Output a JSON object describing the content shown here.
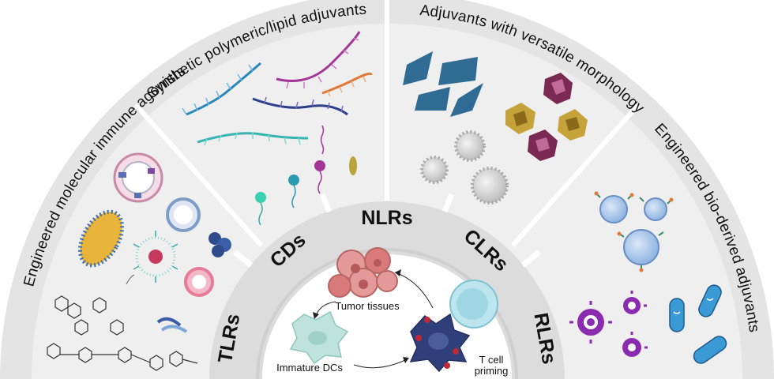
{
  "sectors": [
    {
      "label": "Engineered molecular immune agonists"
    },
    {
      "label": "Synthetic polymeric/lipid adjuvants"
    },
    {
      "label": "Adjuvants with versatile morphology"
    },
    {
      "label": "Engineered bio-derived adjuvants"
    }
  ],
  "receptors": [
    "TLRs",
    "CDs",
    "NLRs",
    "CLRs",
    "RLRs"
  ],
  "center": {
    "tumor": "Tumor tissues",
    "immature": "Immature DCs",
    "tcell_line1": "T cell",
    "tcell_line2": "priming"
  },
  "colors": {
    "outer_band": "#e4e4e4",
    "sector_fill": "#efefef",
    "receptor_ring": "#dcdcdc",
    "core": "#ffffff",
    "polymer_blue": "#2a88b8",
    "polymer_teal": "#37b5b0",
    "polymer_magenta": "#a33596",
    "polymer_navy": "#2c3f8c",
    "polymer_orange": "#e07a3a",
    "morph_blue": "#2f6b93",
    "morph_gold": "#c6a33a",
    "morph_maroon": "#7a2a52",
    "bio_purple": "#8a2bb0",
    "bio_light_blue": "#8fb4e2",
    "bacteria_blue": "#3a9ad6",
    "tumor_pink": "#d97a7a",
    "dc_mint": "#bfe3dc",
    "dc_navy": "#2f3f7a",
    "tcell_cyan": "#9fd6e3"
  },
  "icons": [
    "liposome-icon",
    "micelle-icon",
    "vesicle-icon",
    "nanodisc-icon",
    "chemical-structure-icon",
    "polymer-chain-icon",
    "lipid-icon",
    "flake-icon",
    "crystal-particle-icon",
    "spiky-particle-icon",
    "exosome-icon",
    "virus-icon",
    "bacteria-icon",
    "tumor-cell-icon",
    "dendritic-cell-icon",
    "t-cell-icon"
  ]
}
